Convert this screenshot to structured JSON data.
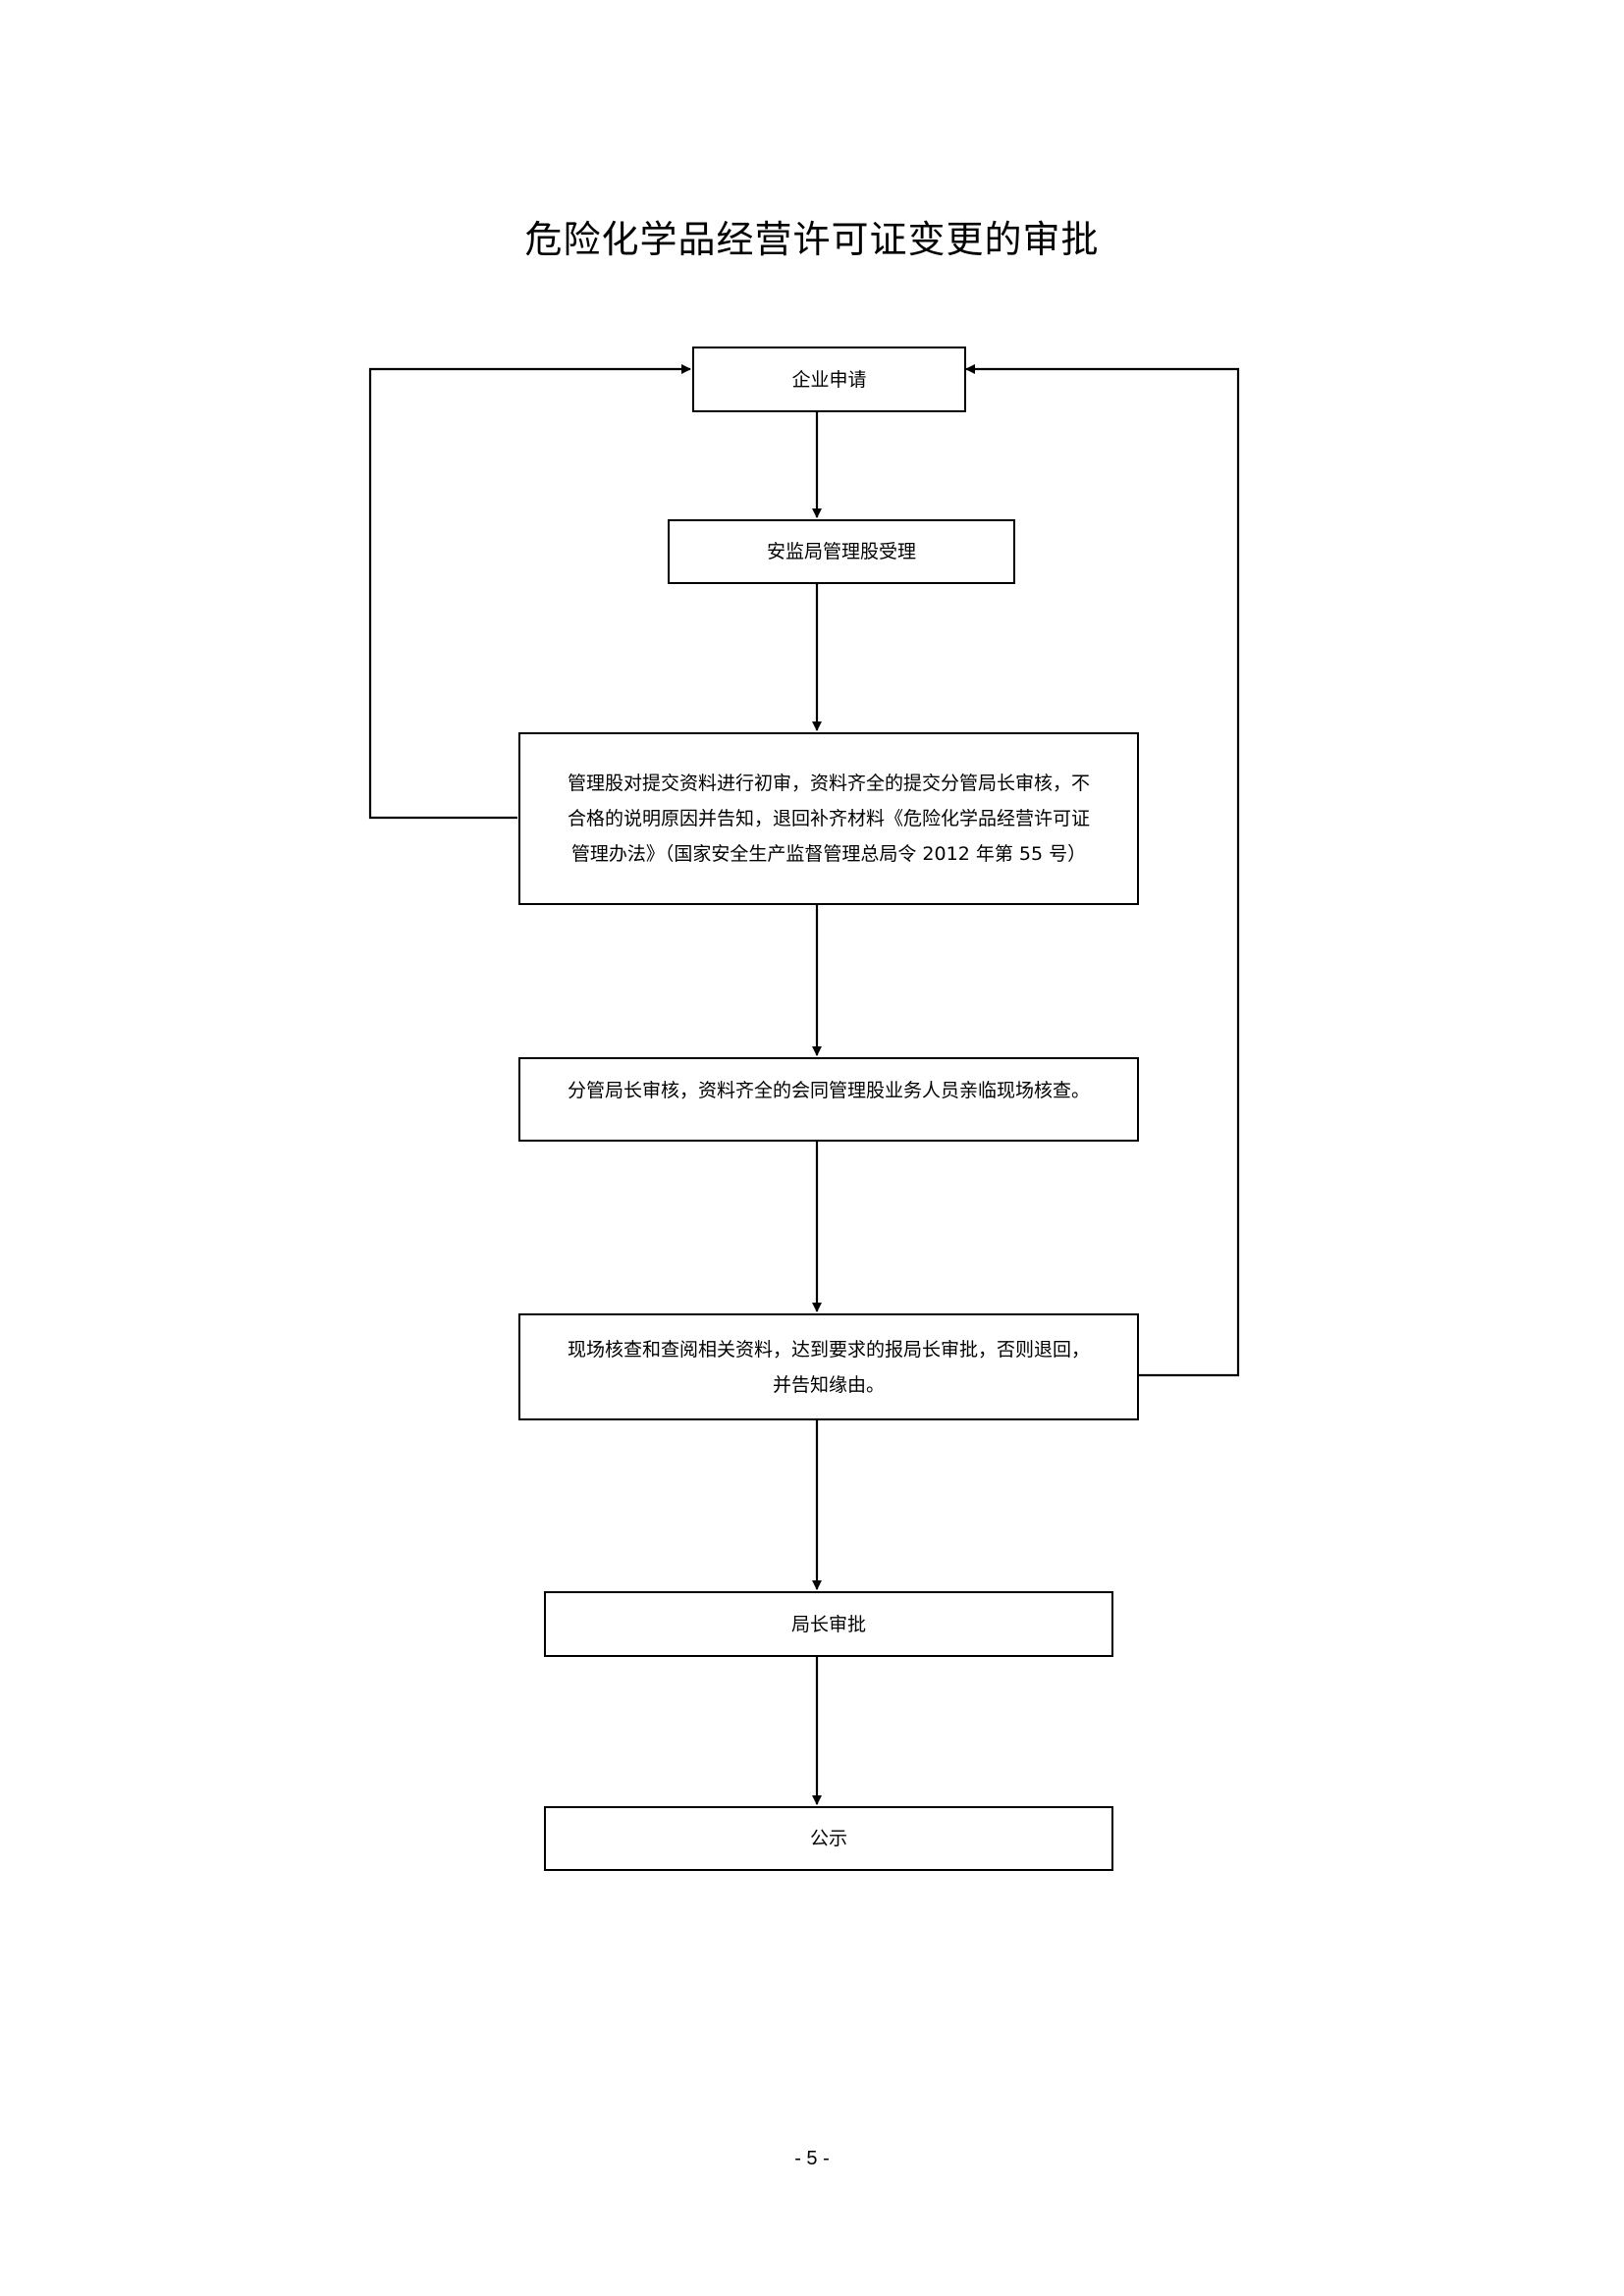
{
  "title": "危险化学品经营许可证变更的审批",
  "nodes": {
    "apply": {
      "text": "企业申请"
    },
    "accept": {
      "text": "安监局管理股受理"
    },
    "review": {
      "lines": [
        "管理股对提交资料进行初审，资料齐全的提交分管局长审核，不",
        "合格的说明原因并告知，退回补齐材料《危险化学品经营许可证",
        "管理办法》（国家安全生产监督管理总局令 2012 年第 55 号）"
      ]
    },
    "deputy": {
      "text": "分管局长审核，资料齐全的会同管理股业务人员亲临现场核查。"
    },
    "onsite": {
      "lines": [
        "现场核查和查阅相关资料，达到要求的报局长审批，否则退回，",
        "并告知缘由。"
      ]
    },
    "director": {
      "text": "局长审批"
    },
    "publicize": {
      "text": "公示"
    }
  },
  "edges": [
    {
      "from": "apply",
      "to": "accept"
    },
    {
      "from": "accept",
      "to": "review"
    },
    {
      "from": "review",
      "to": "deputy"
    },
    {
      "from": "deputy",
      "to": "onsite"
    },
    {
      "from": "onsite",
      "to": "director"
    },
    {
      "from": "director",
      "to": "publicize"
    },
    {
      "from": "review",
      "to": "apply",
      "route": "left-loop"
    },
    {
      "from": "onsite",
      "to": "apply",
      "route": "right-loop"
    }
  ],
  "page_number": "- 5 -"
}
